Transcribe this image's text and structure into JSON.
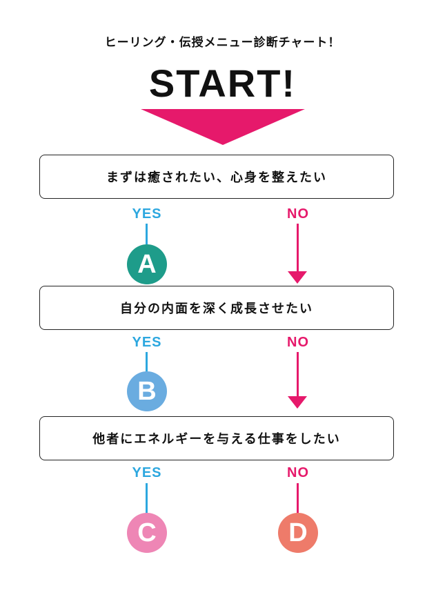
{
  "header": {
    "subtitle": "ヒーリング・伝授メニュー診断チャート！",
    "start": "START!"
  },
  "questions": [
    {
      "text": "まずは癒されたい、心身を整えたい"
    },
    {
      "text": "自分の内面を深く成長させたい"
    },
    {
      "text": "他者にエネルギーを与える仕事をしたい"
    }
  ],
  "labels": {
    "yes": "YES",
    "no": "NO"
  },
  "results": [
    {
      "letter": "A",
      "color": "#1e9c8a"
    },
    {
      "letter": "B",
      "color": "#6aace0"
    },
    {
      "letter": "C",
      "color": "#ee86b5"
    },
    {
      "letter": "D",
      "color": "#ee7b6a"
    }
  ],
  "colors": {
    "start_arrow": "#e6196b",
    "yes": "#2ca7df",
    "no": "#e6196b"
  }
}
